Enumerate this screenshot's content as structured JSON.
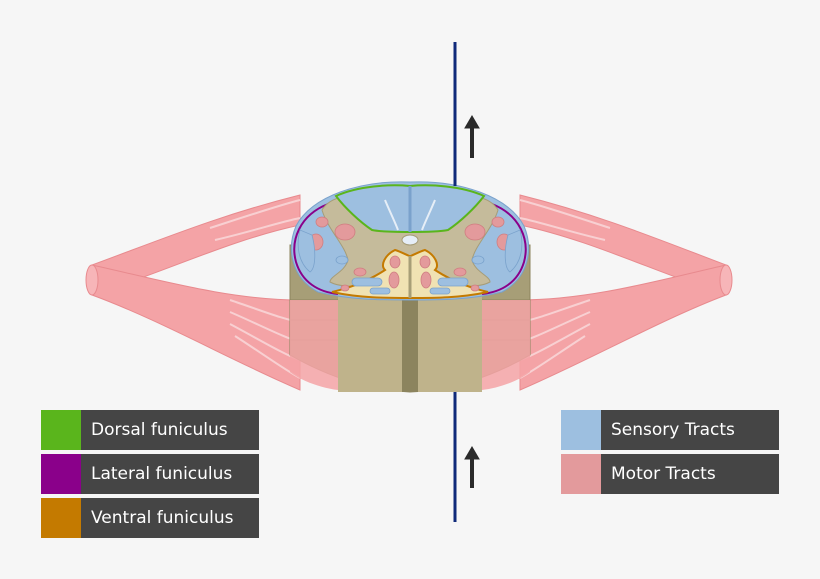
{
  "legend_left": [
    {
      "label": "Dorsal funiculus",
      "color": "#5ab51c"
    },
    {
      "label": "Lateral funiculus",
      "color": "#8a008a"
    },
    {
      "label": "Ventral funiculus",
      "color": "#c47a00"
    }
  ],
  "legend_right": [
    {
      "label": "Sensory Tracts",
      "color": "#9dbfe0"
    },
    {
      "label": "Motor Tracts",
      "color": "#e39a9c"
    }
  ],
  "colors": {
    "background": "#f6f6f6",
    "grey_matter": "#c5bb9b",
    "white_matter_body": "#a79e77",
    "nerve_roots": "#f4a3a6",
    "section_line": "#102a7a",
    "arrow": "#2a2a2a",
    "legend_bg": "#454545"
  },
  "icons": {
    "top_arrow": "up-arrow-icon",
    "bottom_arrow": "up-arrow-icon"
  }
}
